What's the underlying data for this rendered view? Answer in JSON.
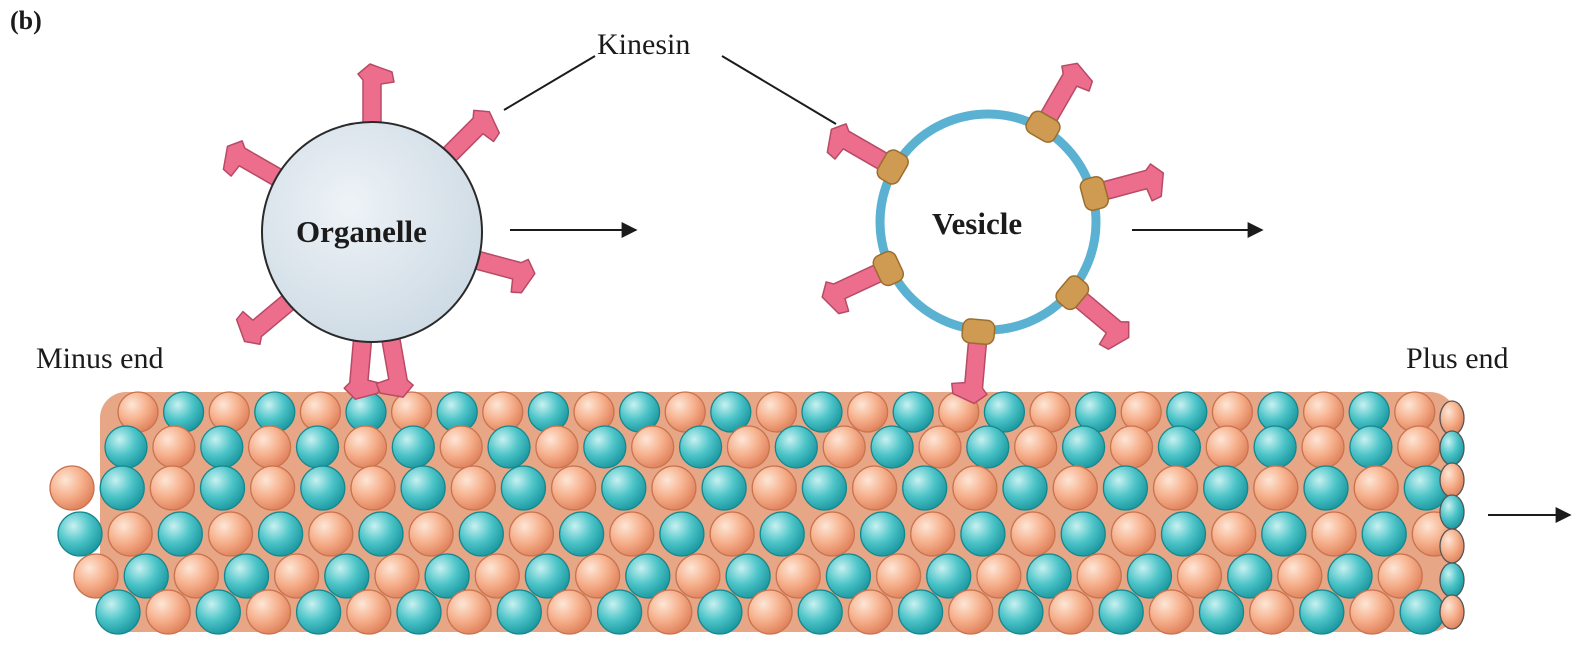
{
  "labels": {
    "panel": "(b)",
    "kinesin": "Kinesin",
    "organelle": "Organelle",
    "vesicle": "Vesicle",
    "minus_end": "Minus end",
    "plus_end": "Plus end"
  },
  "colors": {
    "organelle_fill": "#dce6ee",
    "vesicle_ring": "#5ab1d2",
    "kinesin_pink": "#ec6e8c",
    "receptor_tan": "#cf9a52",
    "tubulin_alpha": "#f6b08c",
    "tubulin_beta": "#4cc4c8",
    "line": "#1b1b1b"
  }
}
